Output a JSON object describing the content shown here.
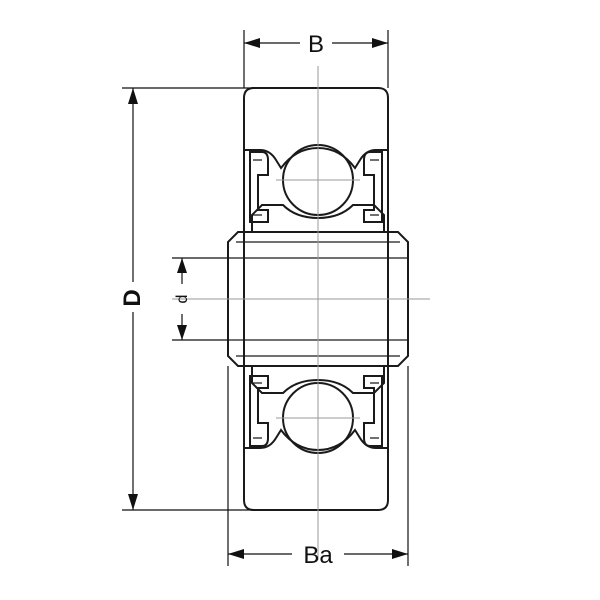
{
  "dimensions": {
    "width_label": "B",
    "outer_diameter_label": "D",
    "bore_label": "d",
    "axial_width_label": "Ba"
  },
  "colors": {
    "line": "#1a1a1a",
    "centerline": "#9a9a9a",
    "background": "#ffffff"
  }
}
